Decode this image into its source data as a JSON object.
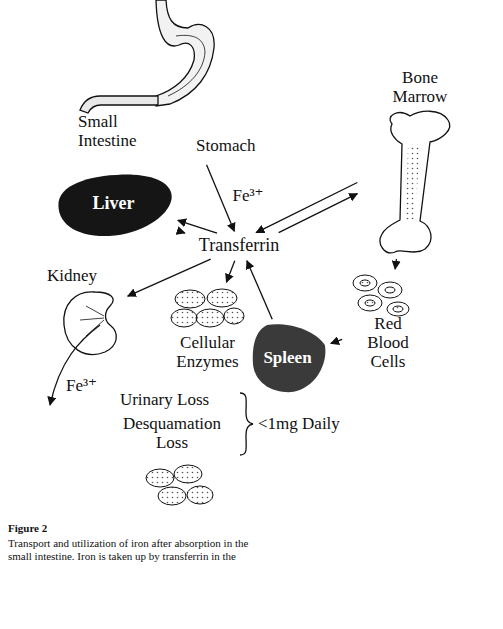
{
  "diagram": {
    "caption": "Transport and utilization of iron after absorption in the small intestine. Iron is taken up by transferrin in the",
    "nodes": [
      {
        "text": [
          "Bone Marrow"
        ]
      },
      {
        "text": [
          "Small Intestine",
          "Stomach"
        ]
      },
      {
        "text": [
          "Liver"
        ]
      },
      {
        "text": [
          "Transferrin"
        ]
      },
      {
        "text": [
          "Kidney"
        ]
      },
      {
        "text": [
          "Red Blood Cells"
        ]
      },
      {
        "text": [
          "Cellular Enzymes"
        ]
      },
      {
        "text": [
          "Spleen"
        ]
      }
    ],
    "edges": [
      {
        "from": 1,
        "to": 3,
        "arrow": "to",
        "label": "Fe³⁺"
      },
      {
        "from": 3,
        "to": 2,
        "arrow": "to"
      },
      {
        "from": 2,
        "to": 3,
        "arrow": "to"
      },
      {
        "from": 3,
        "to": 0,
        "arrow": "to"
      },
      {
        "from": 0,
        "to": 3,
        "arrow": "to"
      },
      {
        "from": 0,
        "to": 5,
        "arrow": "to"
      },
      {
        "from": 5,
        "to": 7,
        "arrow": "to"
      },
      {
        "from": 7,
        "to": 3,
        "arrow": "to"
      },
      {
        "from": 3,
        "to": 6,
        "arrow": "to"
      },
      {
        "from": 3,
        "to": 4,
        "arrow": "to"
      }
    ],
    "labels": [
      "Fe³⁺",
      "Urinary Loss",
      "Desquamation Loss",
      "<1mg Daily",
      "Figure 2"
    ]
  }
}
